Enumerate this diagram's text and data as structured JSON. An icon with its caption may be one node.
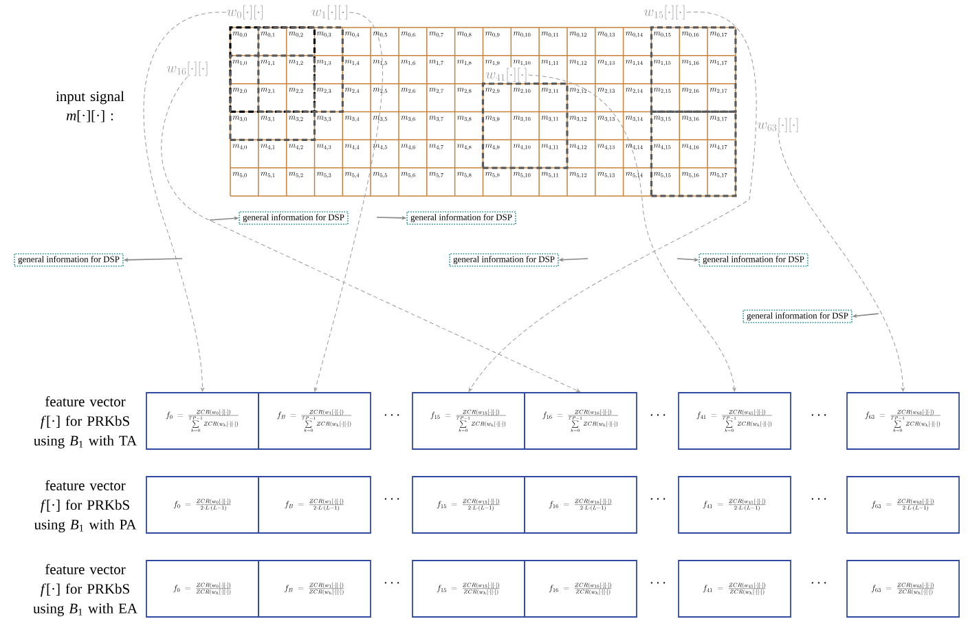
{
  "diagram": {
    "nodes": [
      {
        "text": [
          "w_{0}[\\cdot][\\cdot]"
        ]
      },
      {
        "text": [
          "w_{1}[\\cdot][\\cdot]"
        ]
      },
      {
        "text": [
          "w_{15}[\\cdot][\\cdot]"
        ]
      },
      {
        "text": [
          "w_{16}[\\cdot][\\cdot]"
        ]
      },
      {
        "text": [
          "w_{41}[\\cdot][\\cdot]"
        ]
      },
      {
        "text": [
          "w_{63}[\\cdot][\\cdot]"
        ]
      },
      {
        "text": [
          "general information for DSP"
        ]
      },
      {
        "text": [
          "general information for DSP"
        ]
      },
      {
        "text": [
          "general information for DSP"
        ]
      },
      {
        "text": [
          "general information for DSP"
        ]
      },
      {
        "text": [
          "general information for DSP"
        ]
      },
      {
        "text": [
          "general information for DSP"
        ]
      },
      {
        "text": [
          "f_{0}\\ =\\ \\frac{ZCR(w_{0}[\\cdot][\\cdot])}{\\sum\\limits_{k=0}^{TP-1} ZCR(w_{k}[\\cdot][\\cdot])}"
        ]
      },
      {
        "text": [
          "f_{B}\\ =\\ \\frac{ZCR(w_{1}[\\cdot][\\cdot])}{\\sum\\limits_{k=0}^{TP-1} ZCR(w_{k}[\\cdot][\\cdot])}"
        ]
      },
      {
        "text": [
          "f_{15}\\ =\\ \\frac{ZCR(w_{15}[\\cdot][\\cdot])}{\\sum\\limits_{k=0}^{TP-1} ZCR(w_{k}[\\cdot][\\cdot])}"
        ]
      },
      {
        "text": [
          "f_{16}\\ =\\ \\frac{ZCR(w_{16}[\\cdot][\\cdot])}{\\sum\\limits_{k=0}^{TP-1} ZCR(w_{k}[\\cdot][\\cdot])}"
        ]
      },
      {
        "text": [
          "f_{41}\\ =\\ \\frac{ZCR(w_{41}[\\cdot][\\cdot])}{\\sum\\limits_{k=0}^{TP-1} ZCR(w_{k}[\\cdot][\\cdot])}"
        ]
      },
      {
        "text": [
          "f_{63}\\ =\\ \\frac{ZCR(w_{63}[\\cdot][\\cdot])}{\\sum\\limits_{k=0}^{TP-1} ZCR(w_{k}[\\cdot][\\cdot])}"
        ]
      },
      {
        "text": [
          "f_{0}\\ =\\ \\frac{ZCR(w_{0}[\\cdot][\\cdot])}{2\\cdot L\\cdot (L-1)}"
        ]
      },
      {
        "text": [
          "f_{B}\\ =\\ \\frac{ZCR(w_{1}[\\cdot][\\cdot])}{2\\cdot L\\cdot (L-1)}"
        ]
      },
      {
        "text": [
          "f_{15}\\ =\\ \\frac{ZCR(w_{15}[\\cdot][\\cdot])}{2\\cdot L\\cdot (L-1)}"
        ]
      },
      {
        "text": [
          "f_{16}\\ =\\ \\frac{ZCR(w_{16}[\\cdot][\\cdot])}{2\\cdot L\\cdot (L-1)}"
        ]
      },
      {
        "text": [
          "f_{41}\\ =\\ \\frac{ZCR(w_{41}[\\cdot][\\cdot])}{2\\cdot L\\cdot (L-1)}"
        ]
      },
      {
        "text": [
          "f_{63}\\ =\\ \\frac{ZCR(w_{63}[\\cdot][\\cdot])}{2\\cdot L\\cdot (L-1)}"
        ]
      },
      {
        "text": [
          "f_{0}\\ =\\ \\frac{ZCR(w_{0}[\\cdot][\\cdot])}{ZCR(w_{h}[\\cdot][\\cdot])}"
        ]
      },
      {
        "text": [
          "f_{B}\\ =\\ \\frac{ZCR(w_{1}[\\cdot][\\cdot])}{ZCR(w_{h}[\\cdot][\\cdot])}"
        ]
      },
      {
        "text": [
          "f_{15}\\ =\\ \\frac{ZCR(w_{15}[\\cdot][\\cdot])}{ZCR(w_{h}[\\cdot][\\cdot])}"
        ]
      },
      {
        "text": [
          "f_{16}\\ =\\ \\frac{ZCR(w_{16}[\\cdot][\\cdot])}{ZCR(w_{h}[\\cdot][\\cdot])}"
        ]
      },
      {
        "text": [
          "f_{41}\\ =\\ \\frac{ZCR(w_{41}[\\cdot][\\cdot])}{ZCR(w_{h}[\\cdot][\\cdot])}"
        ]
      },
      {
        "text": [
          "f_{63}\\ =\\ \\frac{ZCR(w_{63}[\\cdot][\\cdot])}{ZCR(w_{h}[\\cdot][\\cdot])}"
        ]
      }
    ],
    "edges": [
      {
        "from": 0,
        "to": 12,
        "arrow": "to",
        "style": "dashed"
      },
      {
        "from": 1,
        "to": 13,
        "arrow": "to",
        "style": "dashed"
      },
      {
        "from": 2,
        "to": 14,
        "arrow": "to",
        "style": "dashed"
      },
      {
        "from": 3,
        "to": 15,
        "arrow": "to",
        "style": "dashed"
      },
      {
        "from": 4,
        "to": 16,
        "arrow": "to",
        "style": "dashed"
      },
      {
        "from": 5,
        "to": 17,
        "arrow": "to",
        "style": "dashed"
      },
      {
        "from": null,
        "to": 6,
        "arrow": "to"
      },
      {
        "from": null,
        "to": 7,
        "arrow": "to"
      },
      {
        "from": null,
        "to": 8,
        "arrow": "to"
      },
      {
        "from": null,
        "to": 9,
        "arrow": "to"
      },
      {
        "from": null,
        "to": 10,
        "arrow": "to"
      },
      {
        "from": null,
        "to": 11,
        "arrow": "to"
      }
    ],
    "labels": [
      "input signal *m*[·][·] :",
      "m_{0,0}",
      "m_{0,1}",
      "m_{0,2}",
      "m_{0,3}",
      "m_{0,4}",
      "m_{0,5}",
      "m_{0,6}",
      "m_{0,7}",
      "m_{0,8}",
      "m_{0,9}",
      "m_{0,10}",
      "m_{0,11}",
      "m_{0,12}",
      "m_{0,13}",
      "m_{0,14}",
      "m_{0,15}",
      "m_{0,16}",
      "m_{0,17}",
      "m_{1,0}",
      "m_{1,1}",
      "m_{1,2}",
      "m_{1,3}",
      "m_{1,4}",
      "m_{1,5}",
      "m_{1,6}",
      "m_{1,7}",
      "m_{1,8}",
      "m_{1,9}",
      "m_{1,10}",
      "m_{1,11}",
      "m_{1,12}",
      "m_{1,13}",
      "m_{1,14}",
      "m_{1,15}",
      "m_{1,16}",
      "m_{1,17}",
      "m_{2,0}",
      "m_{2,1}",
      "m_{2,2}",
      "m_{2,3}",
      "m_{2,4}",
      "m_{2,5}",
      "m_{2,6}",
      "m_{2,7}",
      "m_{2,8}",
      "m_{2,9}",
      "m_{2,10}",
      "m_{2,11}",
      "m_{2,12}",
      "m_{2,13}",
      "m_{2,14}",
      "m_{2,15}",
      "m_{2,16}",
      "m_{2,17}",
      "m_{3,0}",
      "m_{3,1}",
      "m_{3,2}",
      "m_{3,3}",
      "m_{3,4}",
      "m_{3,5}",
      "m_{3,6}",
      "m_{3,7}",
      "m_{3,8}",
      "m_{3,9}",
      "m_{3,10}",
      "m_{3,11}",
      "m_{3,12}",
      "m_{3,13}",
      "m_{3,14}",
      "m_{3,15}",
      "m_{3,16}",
      "m_{3,17}",
      "m_{4,0}",
      "m_{4,1}",
      "m_{4,2}",
      "m_{4,3}",
      "m_{4,4}",
      "m_{4,5}",
      "m_{4,6}",
      "m_{4,7}",
      "m_{4,8}",
      "m_{4,9}",
      "m_{4,10}",
      "m_{4,11}",
      "m_{4,12}",
      "m_{4,13}",
      "m_{4,14}",
      "m_{4,15}",
      "m_{4,16}",
      "m_{4,17}",
      "m_{5,0}",
      "m_{5,1}",
      "m_{5,2}",
      "m_{5,3}",
      "m_{5,4}",
      "m_{5,5}",
      "m_{5,6}",
      "m_{5,7}",
      "m_{5,8}",
      "m_{5,9}",
      "m_{5,10}",
      "m_{5,11}",
      "m_{5,12}",
      "m_{5,13}",
      "m_{5,14}",
      "m_{5,15}",
      "m_{5,16}",
      "m_{5,17}",
      "feature vector *f*[·] for PRKbS using *B*$_{1}$ with TA",
      "\\cdots",
      "\\cdots",
      "\\cdots",
      "feature vector *f*[·] for PRKbS using *B*$_{1}$ with PA",
      "\\cdots",
      "\\cdots",
      "\\cdots",
      "feature vector *f*[·] for PRKbS using *B*$_{1}$ with EA",
      "\\cdots",
      "\\cdots",
      "\\cdots"
    ]
  }
}
